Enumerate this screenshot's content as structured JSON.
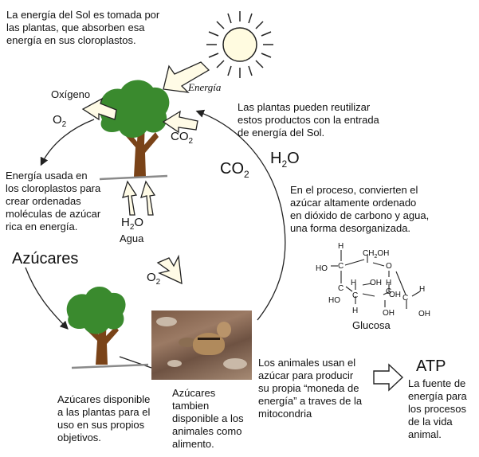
{
  "texts": {
    "sun_caption": [
      "La energía del Sol es tomada por",
      "las plantas, que absorben esa",
      "energía en sus cloroplastos."
    ],
    "energia": "Energía",
    "oxigeno": "Oxígeno",
    "o2": "O",
    "two": "2",
    "co2": "CO",
    "reuse": [
      "Las plantas pueden reutilizar",
      "estos productos con la entrada",
      "de energía del Sol."
    ],
    "co2_big": "CO",
    "h2o_big_h": "H",
    "h2o_big_o": "O",
    "energy_used": [
      "Energía usada en",
      "los cloroplastos para",
      "crear ordenadas",
      "moléculas de azúcar",
      "rica en energía."
    ],
    "h2o_h": "H",
    "h2o_o": "O",
    "agua": "Agua",
    "process": [
      "En el proceso,  convierten el",
      "azúcar altamente ordenado",
      "en dióxido de carbono y agua,",
      "una forma desorganizada."
    ],
    "azucares": "Azúcares",
    "o2_mid": "O",
    "glucosa": "Glucosa",
    "animals": [
      "Los animales usan el",
      "azúcar para producir",
      "su propia “moneda de",
      "energía” a traves de la",
      "mitocondria"
    ],
    "atp": "ATP",
    "atp_caption": [
      "La fuente de",
      "energía para",
      "los procesos",
      "de la vida",
      "animal."
    ],
    "sugars_plants": [
      "Azúcares disponible",
      "a las plantas para el",
      "uso en sus propios",
      "objetivos."
    ],
    "sugars_animals": [
      "Azúcares",
      "tambien",
      "disponible a los",
      "animales como",
      "alimento."
    ]
  },
  "glucose_atoms": {
    "H_top": "H",
    "C_top": "C",
    "CH2OH": "CH",
    "CH2OH_sub": "2",
    "CH2OH_end": "OH",
    "O_ring": "O",
    "HO_left": "HO",
    "C_left": "C",
    "H_left": "H",
    "OH_mid": "OH",
    "H_mid": "H",
    "C_right": "C",
    "H_right": "H",
    "HO_bottom": "HO",
    "C_b1": "C",
    "C_b2": "C",
    "OH_right": "OH",
    "H_b1": "H",
    "OH_b2": "OH",
    "OH_b3": "OH"
  },
  "colors": {
    "leaf": "#3a8a2e",
    "trunk": "#7a4318",
    "ground": "#8a8a8a",
    "sun_fill": "#fffbe0",
    "arrow_fill": "#fffbe6"
  }
}
